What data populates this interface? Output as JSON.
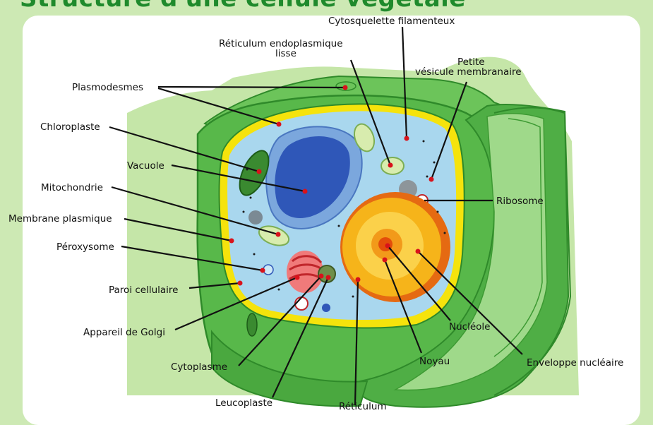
{
  "title": "Structure d'une cellule végétale",
  "colors": {
    "background": "#cde9b4",
    "cell_wall": "#58b84a",
    "cell_wall_dark": "#2f8a2a",
    "membrane": "#f5e30c",
    "cytoplasm": "#a9d7ee",
    "vacuole": "#2f57b8",
    "nucleus_envelope": "#e56a12",
    "nucleus": "#f6b41a",
    "nucleolus": "#e34d0a",
    "label_dot": "#d8121b",
    "leader_line": "#111111"
  },
  "labels": {
    "cytosquelette": "Cytosquelette filamenteux",
    "reticulum_lisse_1": "Réticulum endoplasmique",
    "reticulum_lisse_2": "lisse",
    "vesicule_1": "Petite",
    "vesicule_2": "vésicule membranaire",
    "plasmodesmes": "Plasmodesmes",
    "chloroplaste": "Chloroplaste",
    "vacuole": "Vacuole",
    "mitochondrie": "Mitochondrie",
    "membrane_plasmique": "Membrane plasmique",
    "peroxysome": "Péroxysome",
    "paroi_cellulaire": "Paroi cellulaire",
    "appareil_golgi": "Appareil de Golgi",
    "cytoplasme": "Cytoplasme",
    "leucoplaste": "Leucoplaste",
    "reticulum_bas": "Réticulum",
    "ribosome": "Ribosome",
    "nucleole": "Nucléole",
    "noyau": "Noyau",
    "enveloppe_nucleaire": "Enveloppe nucléaire"
  }
}
